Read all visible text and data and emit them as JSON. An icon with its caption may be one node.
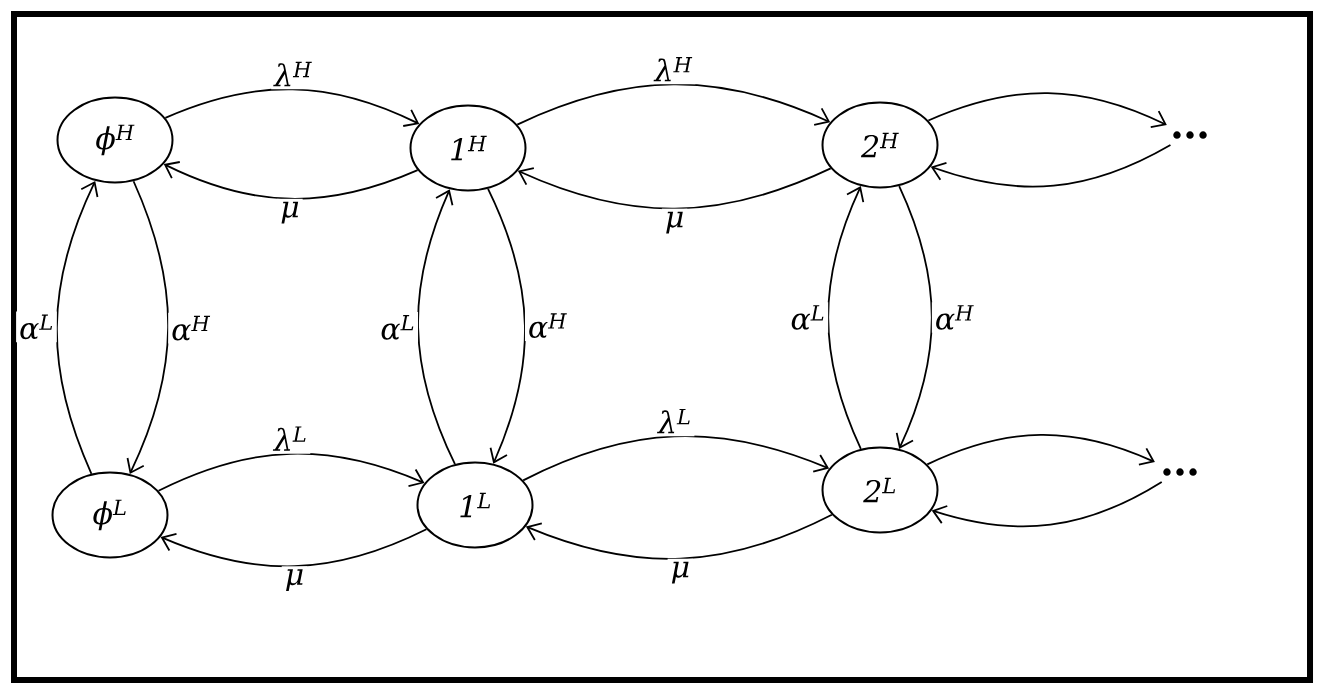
{
  "diagram": {
    "nodes": [
      {
        "text": [
          "ϕ$^{H}$"
        ]
      },
      {
        "text": [
          "1$^{H}$"
        ]
      },
      {
        "text": [
          "2$^{H}$"
        ]
      },
      {
        "text": [
          "…"
        ]
      },
      {
        "text": [
          "ϕ$^{L}$"
        ]
      },
      {
        "text": [
          "1$^{L}$"
        ]
      },
      {
        "text": [
          "2$^{L}$"
        ]
      },
      {
        "text": [
          "…"
        ]
      }
    ],
    "edges": [
      {
        "from": 0,
        "to": 1,
        "arrow": "to",
        "label": "λ$^{H}$"
      },
      {
        "from": 1,
        "to": 0,
        "arrow": "to",
        "label": "μ"
      },
      {
        "from": 1,
        "to": 2,
        "arrow": "to",
        "label": "λ$^{H}$"
      },
      {
        "from": 2,
        "to": 1,
        "arrow": "to",
        "label": "μ"
      },
      {
        "from": 2,
        "to": 3,
        "arrow": "to"
      },
      {
        "from": 3,
        "to": 2,
        "arrow": "to"
      },
      {
        "from": 4,
        "to": 5,
        "arrow": "to",
        "label": "λ$^{L}$"
      },
      {
        "from": 5,
        "to": 4,
        "arrow": "to",
        "label": "μ"
      },
      {
        "from": 5,
        "to": 6,
        "arrow": "to",
        "label": "λ$^{L}$"
      },
      {
        "from": 6,
        "to": 5,
        "arrow": "to",
        "label": "μ"
      },
      {
        "from": 6,
        "to": 7,
        "arrow": "to"
      },
      {
        "from": 7,
        "to": 6,
        "arrow": "to"
      },
      {
        "from": 4,
        "to": 0,
        "arrow": "to",
        "label": "α$^{L}$"
      },
      {
        "from": 0,
        "to": 4,
        "arrow": "to",
        "label": "α$^{H}$"
      },
      {
        "from": 5,
        "to": 1,
        "arrow": "to",
        "label": "α$^{L}$"
      },
      {
        "from": 1,
        "to": 5,
        "arrow": "to",
        "label": "α$^{H}$"
      },
      {
        "from": 6,
        "to": 2,
        "arrow": "to",
        "label": "α$^{L}$"
      },
      {
        "from": 2,
        "to": 6,
        "arrow": "to",
        "label": "α$^{H}$"
      }
    ]
  }
}
